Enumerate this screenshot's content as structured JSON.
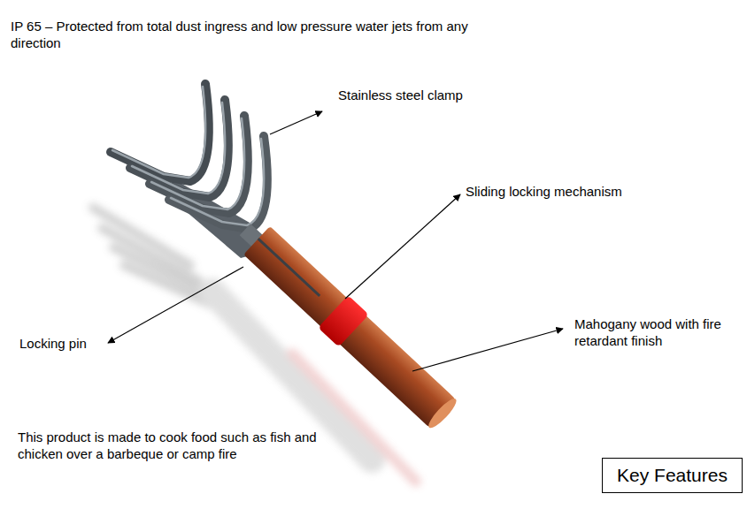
{
  "diagram": {
    "nodes": [
      {
        "text": [
          "Key Features"
        ]
      }
    ],
    "labels": [
      "IP 65 – Protected from total dust ingress and low pressure water jets from any direction",
      "Stainless steel clamp",
      "Sliding locking mechanism",
      "Locking pin",
      "Mahogany wood with fire retardant finish",
      "This product is made to cook food such as fish and chicken over a barbeque or camp fire"
    ]
  }
}
